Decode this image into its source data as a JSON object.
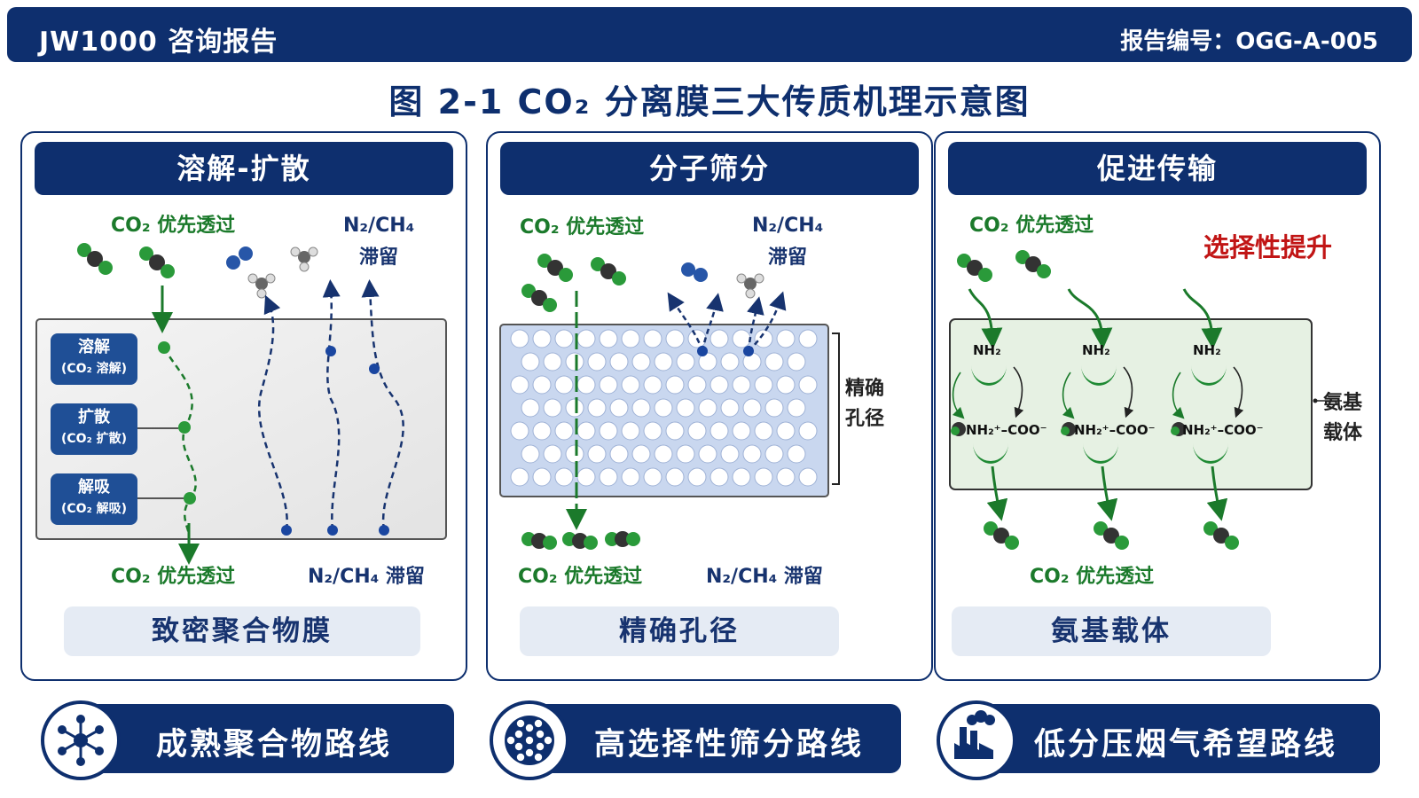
{
  "header": {
    "left": "JW1000 咨询报告",
    "right": "报告编号：OGG-A-005"
  },
  "figure_title": "图 2-1   CO₂ 分离膜三大传质机理示意图",
  "colors": {
    "navy": "#0e2f6e",
    "green": "#1b7a2b",
    "blue": "#17336f",
    "red": "#c11515",
    "pore_bg": "#c9d7ef",
    "amine_bg": "#e6f1e3"
  },
  "panels": [
    {
      "title": "溶解-扩散",
      "top_left": "CO₂ 优先透过",
      "top_right_1": "N₂/CH₄",
      "top_right_2": "滞留",
      "stages": [
        {
          "name": "溶解",
          "sub": "(CO₂ 溶解)"
        },
        {
          "name": "扩散",
          "sub": "(CO₂ 扩散)"
        },
        {
          "name": "解吸",
          "sub": "(CO₂ 解吸)"
        }
      ],
      "bottom_left": "CO₂ 优先透过",
      "bottom_right": "N₂/CH₄ 滞留",
      "tag": "致密聚合物膜"
    },
    {
      "title": "分子筛分",
      "top_left": "CO₂ 优先透过",
      "top_right_1": "N₂/CH₄",
      "top_right_2": "滞留",
      "side_label_1": "精确",
      "side_label_2": "孔径",
      "bottom_left": "CO₂ 优先透过",
      "bottom_right": "N₂/CH₄ 滞留",
      "tag": "精确孔径"
    },
    {
      "title": "促进传输",
      "top_left": "CO₂ 优先透过",
      "highlight": "选择性提升",
      "carrier": "NH₂",
      "complex_a": "NH₂⁺",
      "complex_b": "–COO⁻",
      "side_label_1": "氨基",
      "side_label_2": "载体",
      "bottom": "CO₂ 优先透过",
      "tag": "氨基载体"
    }
  ],
  "routes": [
    {
      "label": "成熟聚合物路线",
      "icon": "network-icon"
    },
    {
      "label": "高选择性筛分路线",
      "icon": "porous-sphere-icon"
    },
    {
      "label": "低分压烟气希望路线",
      "icon": "factory-icon"
    }
  ]
}
